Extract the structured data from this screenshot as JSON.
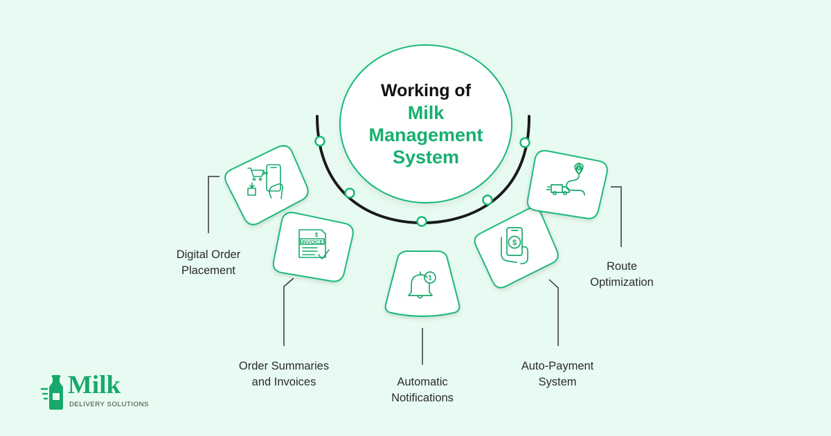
{
  "title": {
    "line1": "Working of",
    "line2": "Milk",
    "line3": "Management",
    "line4": "System"
  },
  "steps": [
    {
      "label_line1": "Digital Order",
      "label_line2": "Placement",
      "icon": "mobile-shopping-cart-icon"
    },
    {
      "label_line1": "Order Summaries",
      "label_line2": "and Invoices",
      "icon": "invoice-icon",
      "icon_text": "INVOICE"
    },
    {
      "label_line1": "Automatic",
      "label_line2": "Notifications",
      "icon": "notification-bell-icon",
      "icon_text": "1"
    },
    {
      "label_line1": "Auto-Payment",
      "label_line2": "System",
      "icon": "mobile-payment-icon"
    },
    {
      "label_line1": "Route",
      "label_line2": "Optimization",
      "icon": "delivery-route-icon"
    }
  ],
  "logo": {
    "word": "Milk",
    "tagline": "DELIVERY SOLUTIONS"
  },
  "colors": {
    "background": "#e8fbf2",
    "accent": "#17b877",
    "arc": "#1a1a1a",
    "text": "#2b2b2b"
  }
}
